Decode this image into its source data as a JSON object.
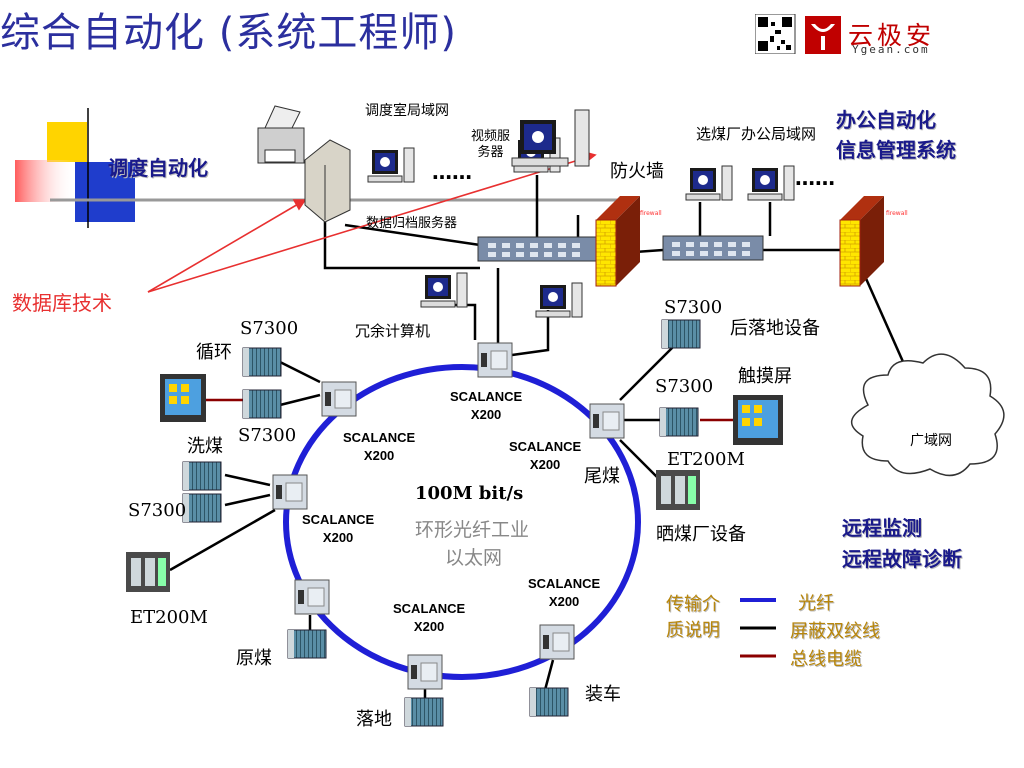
{
  "title": "综合自动化 (系统工程师)",
  "logo": {
    "text": "云极安",
    "sub": "Ygean.com"
  },
  "labels": {
    "dispatch_automation": "调度自动化",
    "dispatch_lan": "调度室局域网",
    "video_server": "视频服\n务器",
    "data_archive_server": "数据归档服务器",
    "firewall": "防火墙",
    "coal_prep_lan": "选煤厂办公局域网",
    "office_automation_line1": "办公自动化",
    "office_automation_line2": "信息管理系统",
    "database_tech": "数据库技术",
    "redundant_computer": "冗余计算机",
    "firewall_tag": "firewall",
    "dots": "……",
    "wan": "广域网",
    "remote_monitor": "远程监测",
    "remote_diag": "远程故障诊断",
    "ring_speed": "100M bit/s",
    "ring_desc_line1": "环形光纤工业",
    "ring_desc_line2": "以太网",
    "circulation": "循环",
    "washing": "洗煤",
    "raw_coal": "原煤",
    "landing": "落地",
    "loading": "装车",
    "tail_coal": "尾煤",
    "drying_equipment": "晒煤厂设备",
    "post_landing_equipment": "后落地设备",
    "touch_screen": "触摸屏",
    "s7300": "S7300",
    "et200m": "ET200M"
  },
  "scalance": [
    "SCALANCE",
    "X200"
  ],
  "legend": {
    "title_line1": "传输介",
    "title_line2": "质说明",
    "items": [
      {
        "label": "光纤",
        "color": "#1f1fd6"
      },
      {
        "label": "屏蔽双绞线",
        "color": "#000000"
      },
      {
        "label": "总线电缆",
        "color": "#8b0000"
      }
    ]
  },
  "colors": {
    "title": "#2b2f9e",
    "ring": "#1f1fd6",
    "arrow": "#e83030",
    "database_label": "#e83030",
    "right_labels": "#1a1a8a",
    "legend_label": "#b8860b",
    "legend_title": "#b8860b"
  }
}
